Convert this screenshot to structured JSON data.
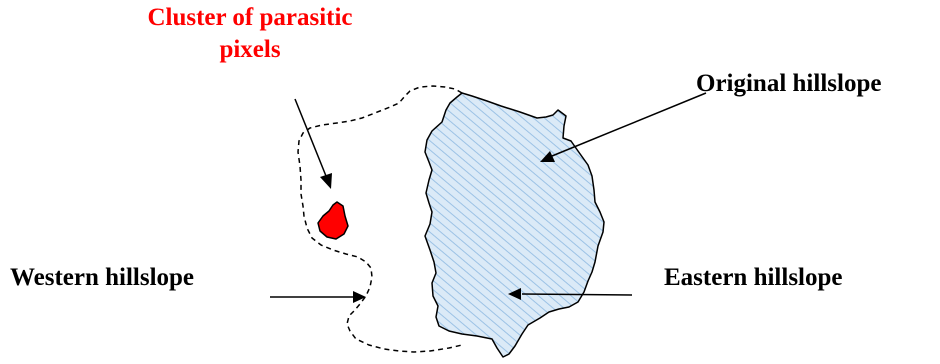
{
  "labels": {
    "cluster_line1": "Cluster of parasitic",
    "cluster_line2": "pixels",
    "original": "Original hillslope",
    "western": "Western hillslope",
    "eastern": "Eastern hillslope"
  },
  "colors": {
    "cluster_label": "#ff0000",
    "parasitic_pixels_fill": "#ff0000",
    "hillslope_fill": "#dbeaf7",
    "hatch_stroke": "#9cc2e5",
    "outline": "#000000"
  }
}
